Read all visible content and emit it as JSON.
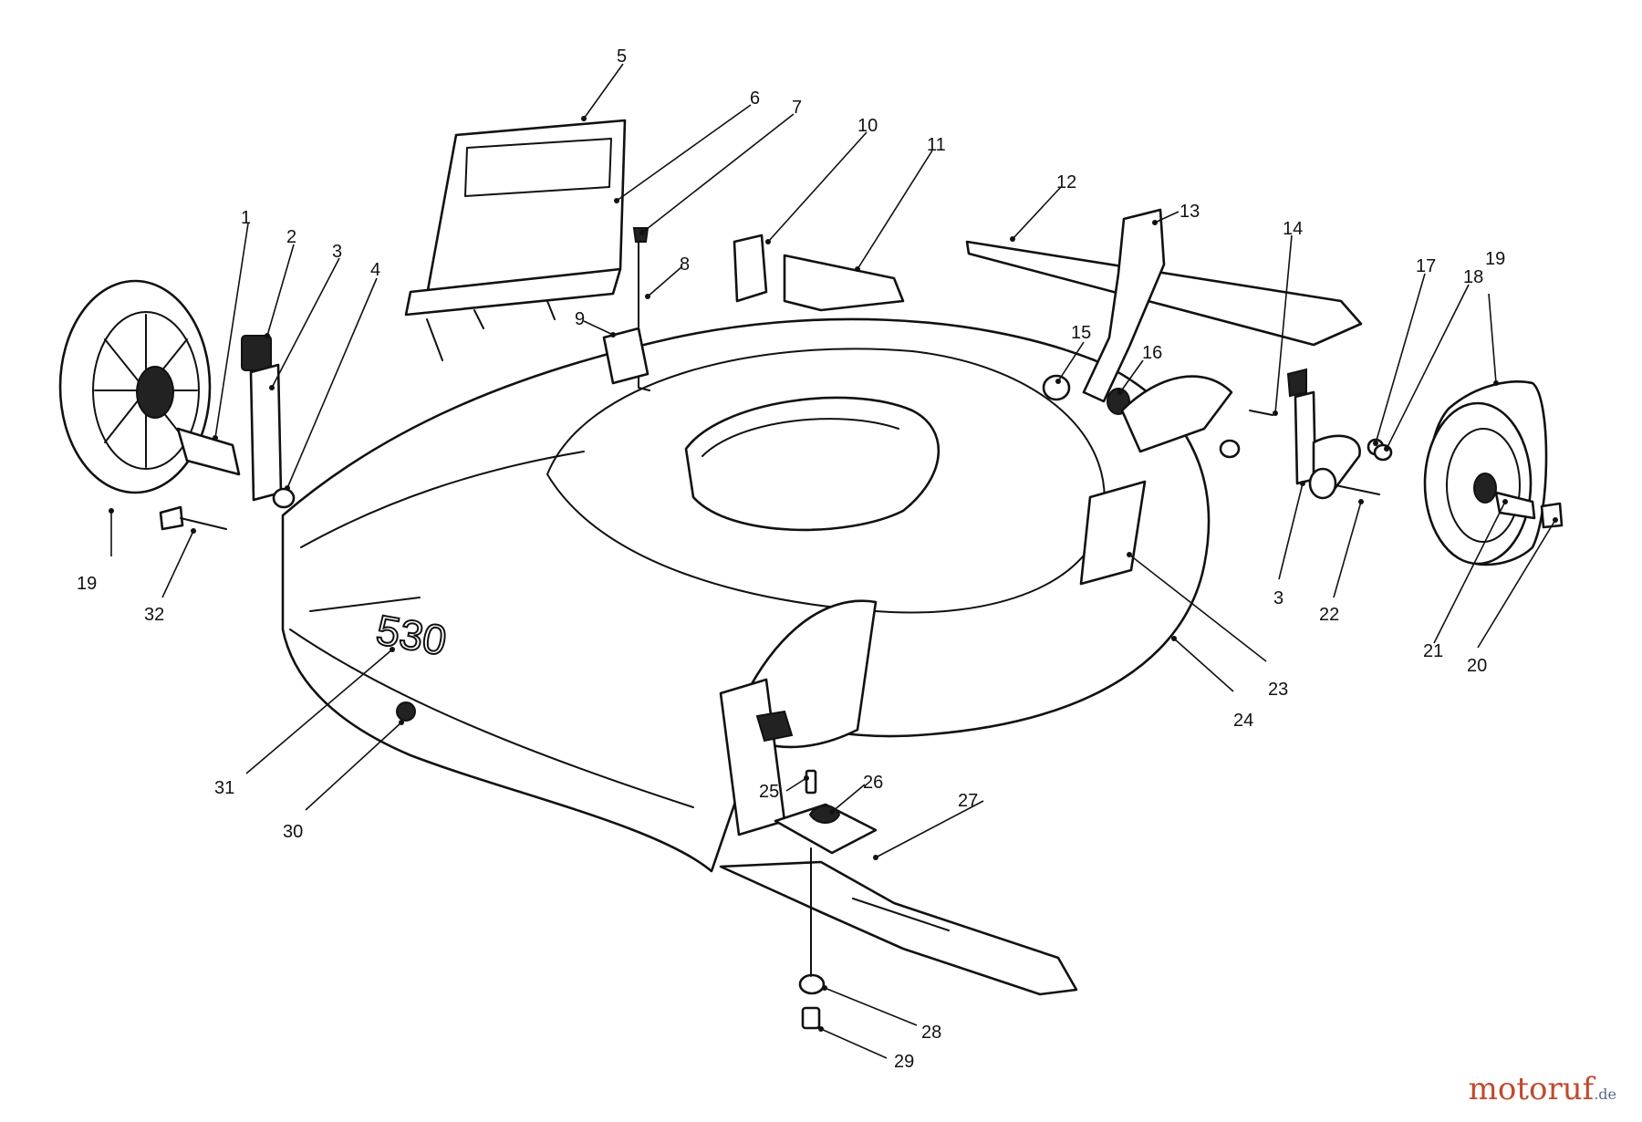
{
  "deck_model_label": "530",
  "callouts": [
    "1",
    "2",
    "3",
    "4",
    "5",
    "6",
    "7",
    "8",
    "9",
    "10",
    "11",
    "12",
    "13",
    "14",
    "15",
    "16",
    "17",
    "18",
    "19",
    "20",
    "21",
    "22",
    "3",
    "23",
    "24",
    "19",
    "32",
    "31",
    "30",
    "25",
    "26",
    "27",
    "28",
    "29"
  ],
  "watermark": {
    "name": "motoruf",
    "tld": ".de",
    "color": "#c04a2e"
  }
}
